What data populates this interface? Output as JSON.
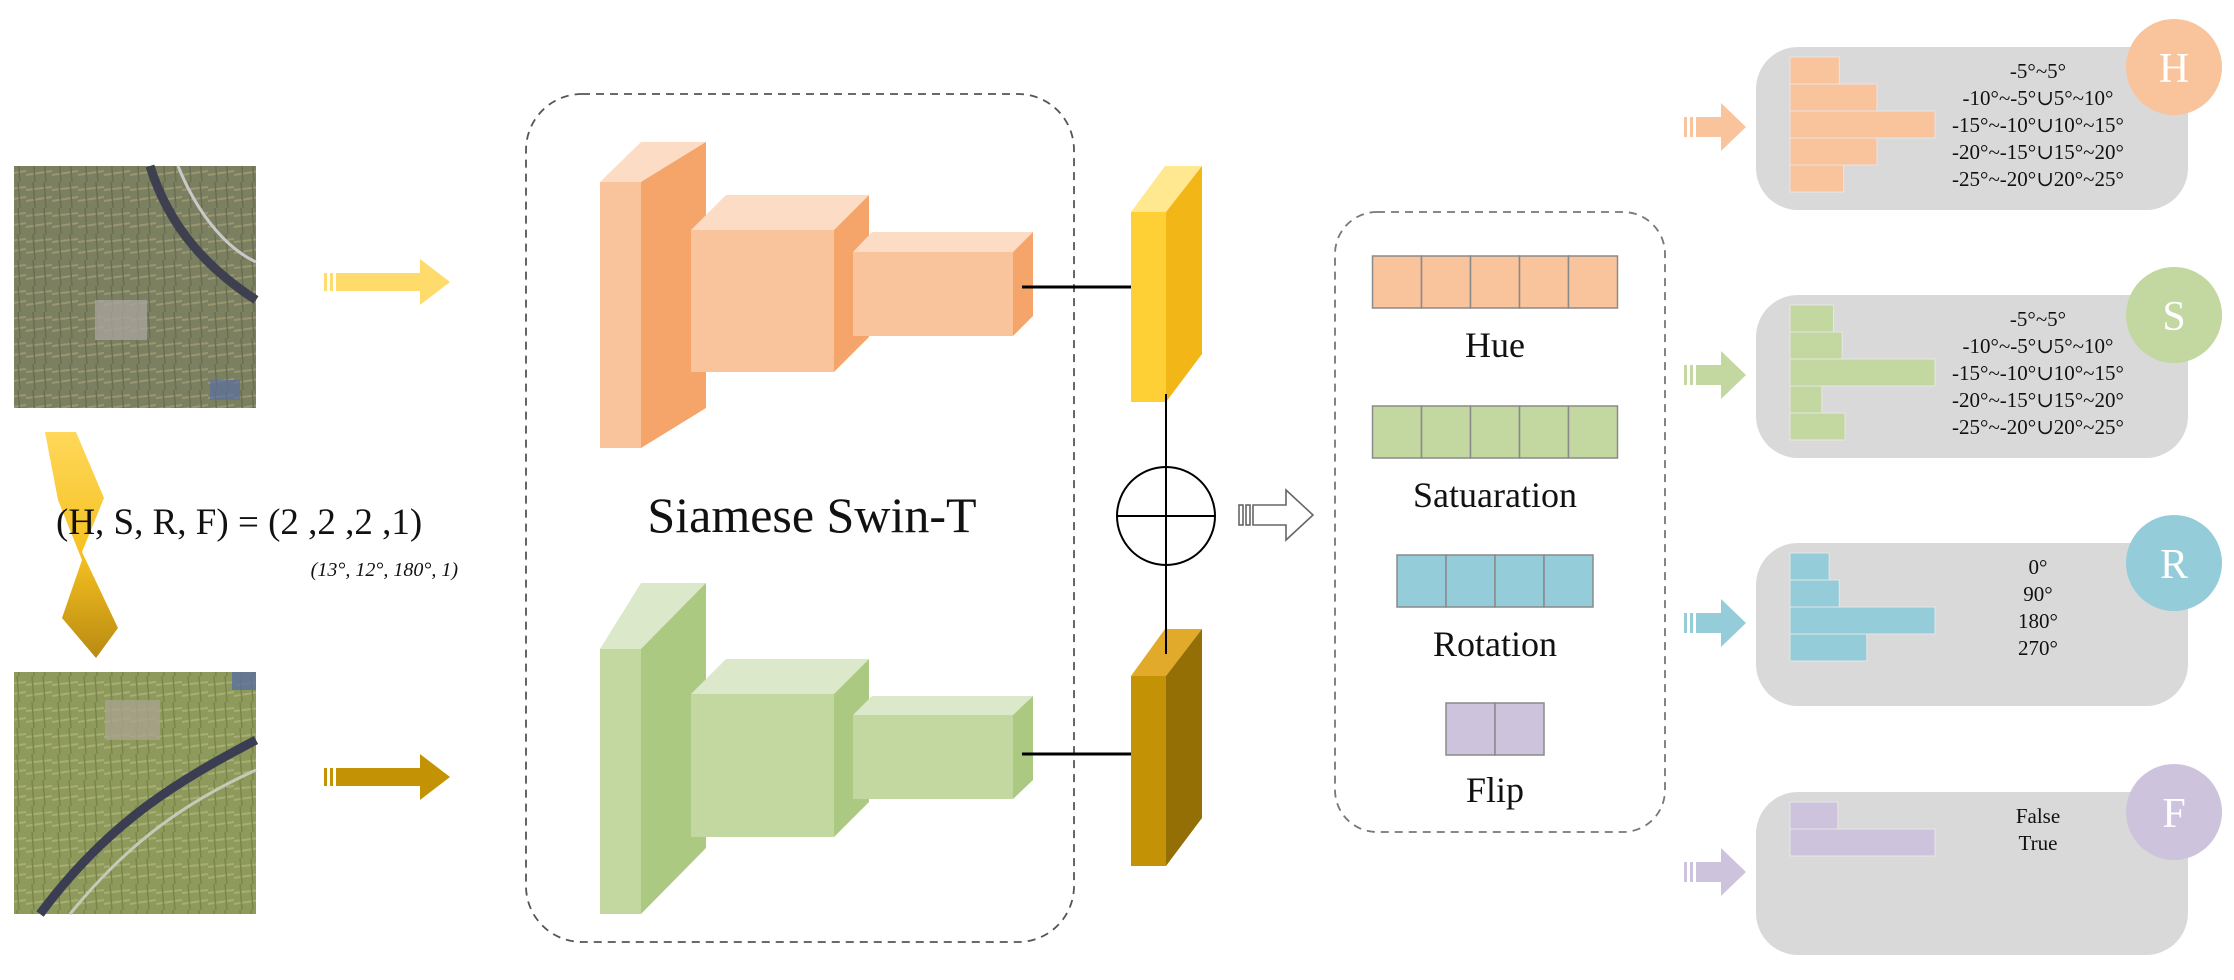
{
  "equation": {
    "main": "(H, S, R, F) = (2 ,2 ,2 ,1)",
    "sub": "(13°, 12°, 180°, 1)"
  },
  "backbone": {
    "label": "Siamese Swin-T"
  },
  "heads": [
    {
      "label": "Hue",
      "cells": 5,
      "color": "#f9c39c"
    },
    {
      "label": "Satuaration",
      "cells": 5,
      "color": "#c3d7a0"
    },
    {
      "label": "Rotation",
      "cells": 4,
      "color": "#94ccd9"
    },
    {
      "label": "Flip",
      "cells": 2,
      "color": "#cec3dc"
    }
  ],
  "panels": [
    {
      "tag": "H",
      "color": "#f9c39c",
      "categories": [
        "-5°~5°",
        "-10°~-5°∪5°~10°",
        "-15°~-10°∪10°~15°",
        "-20°~-15°∪15°~20°",
        "-25°~-20°∪20°~25°"
      ],
      "values": [
        0.34,
        0.6,
        1.0,
        0.6,
        0.37
      ]
    },
    {
      "tag": "S",
      "color": "#c3d7a0",
      "categories": [
        "-5°~5°",
        "-10°~-5°∪5°~10°",
        "-15°~-10°∪10°~15°",
        "-20°~-15°∪15°~20°",
        "-25°~-20°∪20°~25°"
      ],
      "values": [
        0.3,
        0.36,
        1.0,
        0.22,
        0.38
      ]
    },
    {
      "tag": "R",
      "color": "#94ccd9",
      "categories": [
        "0°",
        "90°",
        "180°",
        "270°"
      ],
      "values": [
        0.27,
        0.34,
        1.0,
        0.53
      ]
    },
    {
      "tag": "F",
      "color": "#cec3dc",
      "categories": [
        "False",
        "True"
      ],
      "values": [
        0.33,
        1.0
      ]
    }
  ],
  "colors": {
    "orange": "#f9c39c",
    "orange_dark": "#f5a46a",
    "green": "#c3d7a0",
    "green_dark": "#abc980",
    "yellow": "#ffd036",
    "gold": "#c39205",
    "gold_dark": "#936f06",
    "panel_bg": "#d9d9d9"
  }
}
